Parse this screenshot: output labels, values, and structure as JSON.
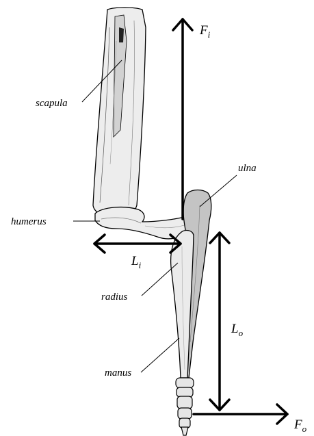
{
  "labels": {
    "scapula": "scapula",
    "humerus": "humerus",
    "ulna": "ulna",
    "radius": "radius",
    "manus": "manus"
  },
  "forces": {
    "input_force": {
      "symbol": "F",
      "subscript": "i"
    },
    "output_force": {
      "symbol": "F",
      "subscript": "o"
    },
    "input_lever_arm": {
      "symbol": "L",
      "subscript": "i"
    },
    "output_lever_arm": {
      "symbol": "L",
      "subscript": "o"
    }
  },
  "colors": {
    "bone_fill": "#ececec",
    "bone_shade": "#bdbdbd",
    "ulna_fill": "#c4c4c4",
    "ink": "#000000"
  }
}
